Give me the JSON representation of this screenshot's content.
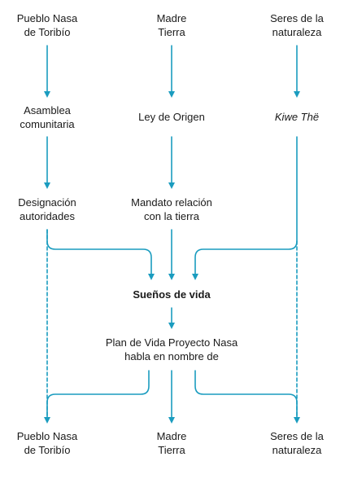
{
  "colors": {
    "arrow": "#1a9cbf",
    "text": "#1a1a1a",
    "background": "#ffffff"
  },
  "nodes": {
    "top_left": {
      "line1": "Pueblo Nasa",
      "line2": "de Toribío"
    },
    "top_center": {
      "line1": "Madre",
      "line2": "Tierra"
    },
    "top_right": {
      "line1": "Seres de la",
      "line2": "naturaleza"
    },
    "asamblea": {
      "line1": "Asamblea",
      "line2": "comunitaria"
    },
    "ley_origen": {
      "line1": "Ley de Origen"
    },
    "kiwe": {
      "line1": "Kiwe Thë"
    },
    "designacion": {
      "line1": "Designación",
      "line2": "autoridades"
    },
    "mandato": {
      "line1": "Mandato relación",
      "line2": "con la tierra"
    },
    "suenos": {
      "line1": "Sueños de vida"
    },
    "plan": {
      "line1": "Plan de Vida Proyecto Nasa",
      "line2": "habla en nombre de"
    },
    "bottom_left": {
      "line1": "Pueblo Nasa",
      "line2": "de Toribío"
    },
    "bottom_center": {
      "line1": "Madre",
      "line2": "Tierra"
    },
    "bottom_right": {
      "line1": "Seres de la",
      "line2": "naturaleza"
    }
  },
  "arrows": [
    {
      "name": "arrow-pueblo-to-asamblea",
      "from": "top_left",
      "to": "asamblea",
      "style": "solid"
    },
    {
      "name": "arrow-madre-to-ley",
      "from": "top_center",
      "to": "ley_origen",
      "style": "solid"
    },
    {
      "name": "arrow-seres-to-kiwe",
      "from": "top_right",
      "to": "kiwe",
      "style": "solid"
    },
    {
      "name": "arrow-asamblea-to-designacion",
      "from": "asamblea",
      "to": "designacion",
      "style": "solid"
    },
    {
      "name": "arrow-ley-to-mandato",
      "from": "ley_origen",
      "to": "mandato",
      "style": "solid"
    },
    {
      "name": "arrow-designacion-to-suenos",
      "from": "designacion",
      "to": "suenos",
      "style": "solid"
    },
    {
      "name": "arrow-mandato-to-suenos",
      "from": "mandato",
      "to": "suenos",
      "style": "solid"
    },
    {
      "name": "arrow-kiwe-to-suenos",
      "from": "kiwe",
      "to": "suenos",
      "style": "solid"
    },
    {
      "name": "arrow-suenos-to-plan",
      "from": "suenos",
      "to": "plan",
      "style": "solid"
    },
    {
      "name": "arrow-plan-to-bottom-left",
      "from": "plan",
      "to": "bottom_left",
      "style": "solid"
    },
    {
      "name": "arrow-plan-to-bottom-center",
      "from": "plan",
      "to": "bottom_center",
      "style": "solid"
    },
    {
      "name": "arrow-plan-to-bottom-right",
      "from": "plan",
      "to": "bottom_right",
      "style": "solid"
    },
    {
      "name": "dashed-left",
      "from": "designacion",
      "to": "bottom_left",
      "style": "dashed"
    },
    {
      "name": "dashed-right",
      "from": "kiwe",
      "to": "bottom_right",
      "style": "dashed"
    }
  ]
}
